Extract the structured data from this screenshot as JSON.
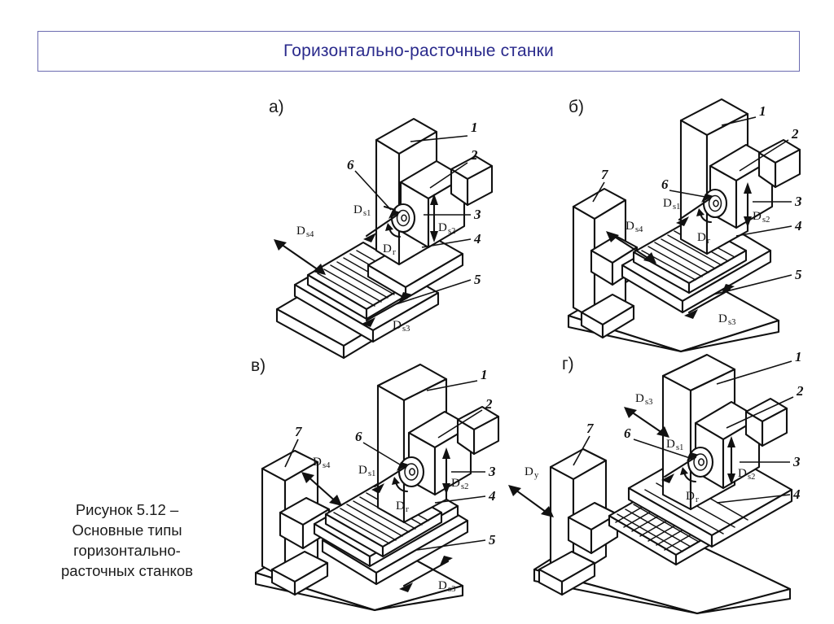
{
  "slide": {
    "title": "Горизонтально-расточные станки",
    "title_color": "#2a2a8c",
    "border_color": "#6b6bb0",
    "background": "#ffffff"
  },
  "caption": {
    "line1": "Рисунок 5.12 –",
    "line2": "Основные типы",
    "line3": "горизонтально-",
    "line4": "расточных станков",
    "full": "Рисунок 5.12 – Основные типы горизонтально-расточных станков"
  },
  "figures": [
    {
      "id": "a",
      "marker": "а)",
      "description": "Горизонтально-расточной станок с крестовым столом",
      "callouts": [
        "1",
        "2",
        "3",
        "4",
        "5",
        "6"
      ],
      "motions": [
        {
          "symbol": "D",
          "sub": "s1",
          "kind": "double-arrow"
        },
        {
          "symbol": "D",
          "sub": "s2",
          "kind": "double-arrow"
        },
        {
          "symbol": "D",
          "sub": "s3",
          "kind": "double-arrow"
        },
        {
          "symbol": "D",
          "sub": "s4",
          "kind": "double-arrow"
        },
        {
          "symbol": "D",
          "sub": "г",
          "kind": "rotation"
        }
      ]
    },
    {
      "id": "b",
      "marker": "б)",
      "description": "Станок с задней стойкой и крестовым столом",
      "callouts": [
        "1",
        "2",
        "3",
        "4",
        "5",
        "6",
        "7"
      ],
      "motions": [
        {
          "symbol": "D",
          "sub": "s1",
          "kind": "double-arrow"
        },
        {
          "symbol": "D",
          "sub": "s2",
          "kind": "double-arrow"
        },
        {
          "symbol": "D",
          "sub": "s3",
          "kind": "double-arrow"
        },
        {
          "symbol": "D",
          "sub": "s4",
          "kind": "double-arrow"
        },
        {
          "symbol": "D",
          "sub": "г",
          "kind": "rotation"
        }
      ]
    },
    {
      "id": "c",
      "marker": "в)",
      "description": "Станок с задней стойкой и продольным столом",
      "callouts": [
        "1",
        "2",
        "3",
        "4",
        "5",
        "6",
        "7"
      ],
      "motions": [
        {
          "symbol": "D",
          "sub": "s1",
          "kind": "double-arrow"
        },
        {
          "symbol": "D",
          "sub": "s2",
          "kind": "double-arrow"
        },
        {
          "symbol": "D",
          "sub": "s3",
          "kind": "double-arrow"
        },
        {
          "symbol": "D",
          "sub": "s4",
          "kind": "double-arrow"
        },
        {
          "symbol": "D",
          "sub": "г",
          "kind": "rotation"
        }
      ]
    },
    {
      "id": "d",
      "marker": "г)",
      "description": "Станок с неподвижной плитой и поворотным столом",
      "callouts": [
        "1",
        "2",
        "3",
        "4",
        "6",
        "7"
      ],
      "motions": [
        {
          "symbol": "D",
          "sub": "s1",
          "kind": "double-arrow"
        },
        {
          "symbol": "D",
          "sub": "s2",
          "kind": "double-arrow"
        },
        {
          "symbol": "D",
          "sub": "s3",
          "kind": "double-arrow"
        },
        {
          "symbol": "D",
          "sub": "у",
          "kind": "double-arrow"
        },
        {
          "symbol": "D",
          "sub": "г",
          "kind": "rotation"
        }
      ]
    }
  ],
  "labels": {
    "n1": "1",
    "n2": "2",
    "n3": "3",
    "n4": "4",
    "n5": "5",
    "n6": "6",
    "n7": "7",
    "D": "D",
    "s1": "s1",
    "s2": "s2",
    "s3": "s3",
    "s4": "s4",
    "g": "г",
    "u": "у"
  }
}
